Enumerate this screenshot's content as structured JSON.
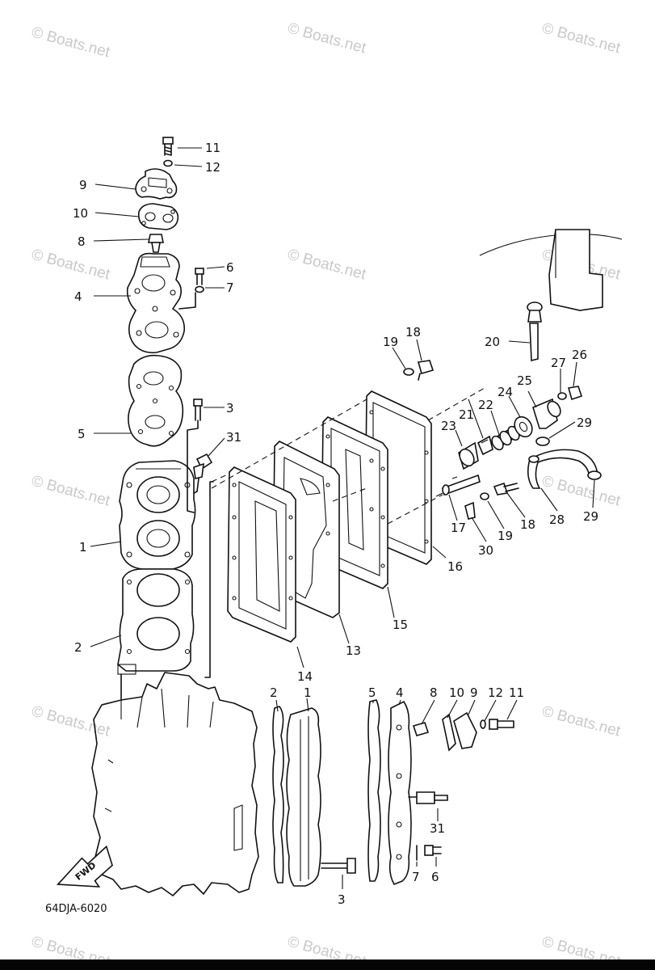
{
  "watermark": "© Boats.net",
  "diagram_code": "64DJA-6020",
  "fwd_label": "FWD",
  "callouts": {
    "c1": "1",
    "c2": "2",
    "c3": "3",
    "c4": "4",
    "c5": "5",
    "c6": "6",
    "c7": "7",
    "c8": "8",
    "c9": "9",
    "c10": "10",
    "c11": "11",
    "c12": "12",
    "c13": "13",
    "c14": "14",
    "c15": "15",
    "c16": "16",
    "c17": "17",
    "c18": "18",
    "c19": "19",
    "c20": "20",
    "c21": "21",
    "c22": "22",
    "c23": "23",
    "c24": "24",
    "c25": "25",
    "c26": "26",
    "c27": "27",
    "c28": "28",
    "c29": "29",
    "c30": "30",
    "c31": "31"
  }
}
